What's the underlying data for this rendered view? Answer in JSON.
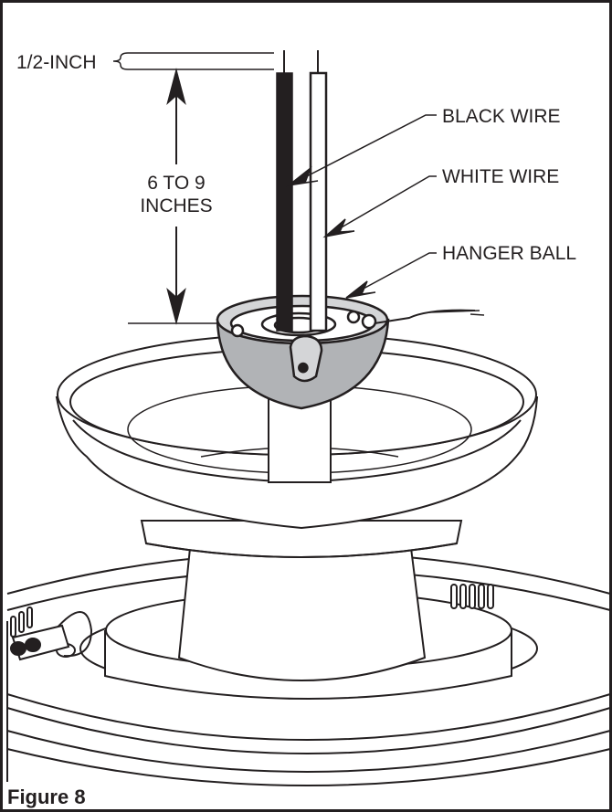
{
  "labels": {
    "half_inch": "1/2-INCH",
    "length_line1": "6 TO 9",
    "length_line2": "INCHES",
    "black_wire": "BLACK WIRE",
    "white_wire": "WHITE WIRE",
    "hanger_ball": "HANGER BALL"
  },
  "caption": "Figure 8",
  "colors": {
    "line": "#231f20",
    "hanger_ball_fill": "#b1b3b6",
    "black_wire_fill": "#231f20",
    "white_wire_fill": "#ffffff"
  }
}
